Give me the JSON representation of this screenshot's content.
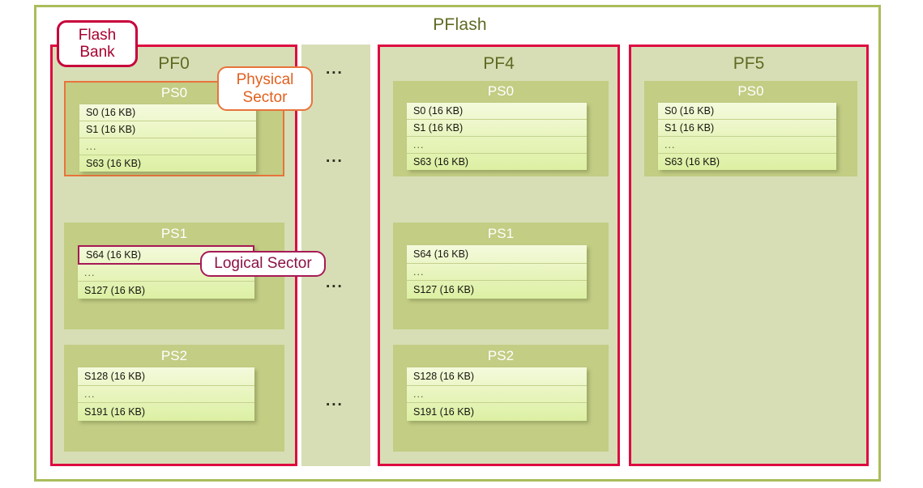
{
  "diagram": {
    "title": "PFlash",
    "frame_color": "#a9bd5a",
    "bank_border_color": "#dd0b41",
    "physical_sector_color": "#e8733c",
    "logical_sector_color": "#a61a56",
    "bank_fill": "#d7deb5",
    "sector_block_fill": "#c3cd84",
    "continuation_symbol": "..."
  },
  "callouts": {
    "flash_bank": {
      "line1": "Flash",
      "line2": "Bank"
    },
    "physical_sector": {
      "line1": "Physical",
      "line2": "Sector"
    },
    "logical_sector": {
      "line1": "Logical Sector"
    }
  },
  "banks": [
    {
      "id": "pf0",
      "label": "PF0",
      "sectors": [
        {
          "label": "PS0",
          "rows": [
            {
              "text": "S0 (16 KB)"
            },
            {
              "text": "S1 (16 KB)"
            },
            {
              "text": "..."
            },
            {
              "text": "S63 (16 KB)"
            }
          ]
        },
        {
          "label": "PS1",
          "rows": [
            {
              "text": "S64 (16 KB)"
            },
            {
              "text": "..."
            },
            {
              "text": "S127 (16 KB)"
            }
          ]
        },
        {
          "label": "PS2",
          "rows": [
            {
              "text": "S128 (16 KB)"
            },
            {
              "text": "..."
            },
            {
              "text": "S191 (16 KB)"
            }
          ]
        }
      ]
    },
    {
      "id": "pf-continuation",
      "label": "...",
      "continuation_marks": [
        "...",
        "...",
        "...",
        "..."
      ]
    },
    {
      "id": "pf4",
      "label": "PF4",
      "sectors": [
        {
          "label": "PS0",
          "rows": [
            {
              "text": "S0 (16 KB)"
            },
            {
              "text": "S1 (16 KB)"
            },
            {
              "text": "..."
            },
            {
              "text": "S63 (16 KB)"
            }
          ]
        },
        {
          "label": "PS1",
          "rows": [
            {
              "text": "S64 (16 KB)"
            },
            {
              "text": "..."
            },
            {
              "text": "S127 (16 KB)"
            }
          ]
        },
        {
          "label": "PS2",
          "rows": [
            {
              "text": "S128 (16 KB)"
            },
            {
              "text": "..."
            },
            {
              "text": "S191 (16 KB)"
            }
          ]
        }
      ]
    },
    {
      "id": "pf5",
      "label": "PF5",
      "sectors": [
        {
          "label": "PS0",
          "rows": [
            {
              "text": "S0 (16 KB)"
            },
            {
              "text": "S1 (16 KB)"
            },
            {
              "text": "..."
            },
            {
              "text": "S63 (16 KB)"
            }
          ]
        }
      ]
    }
  ]
}
